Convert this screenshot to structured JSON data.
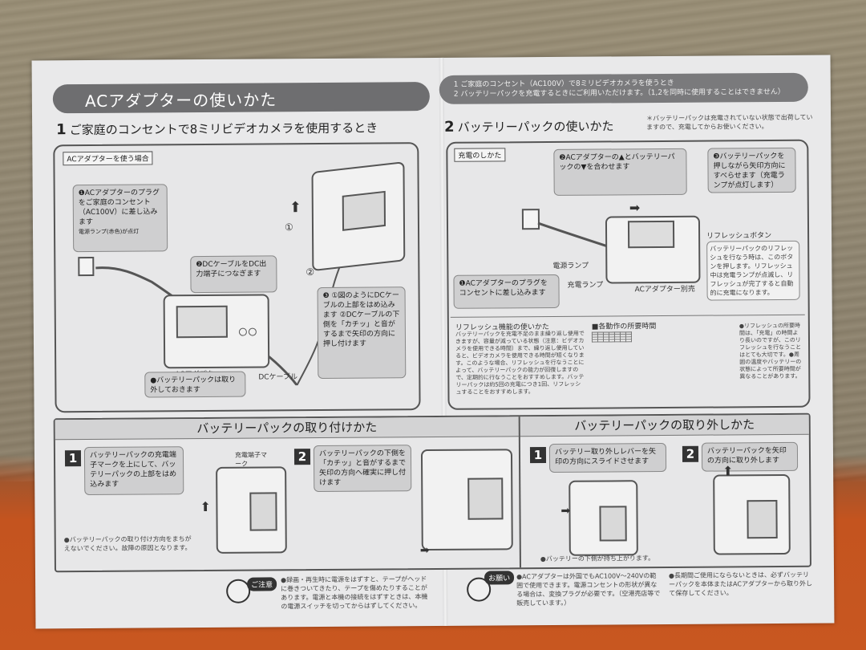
{
  "left": {
    "title": "ACアダプターの使いかた",
    "section1": {
      "num": "1",
      "heading": "ご家庭のコンセントで8ミリビデオカメラを使用するとき",
      "tag": "ACアダプターを使う場合",
      "callout1": "❶ACアダプターのプラグをご家庭のコンセント（AC100V）に差し込みます",
      "callout1_sub": "電源ランプ(赤色)が点灯",
      "callout2": "❷DCケーブルをDC出力端子につなぎます",
      "callout3": "❸ ①図のようにDCケーブルの上部をはめ込みます ②DCケーブルの下側を「カチッ」と音がするまで矢印の方向に押し付けます",
      "callout4": "●バッテリーパックは取り外しておきます",
      "label_adapter": "ACアダプター",
      "label_dc": "DCケーブル",
      "mark1": "①",
      "mark2": "②"
    }
  },
  "right": {
    "top_notes": "1 ご家庭のコンセント（AC100V）で8ミリビデオカメラを使うとき\n2 バッテリーパックを充電するときにご利用いただけます。（1,2を同時に使用することはできません）",
    "section2": {
      "num": "2",
      "heading": "バッテリーパックの使いかた",
      "note": "＊バッテリーパックは充電されていない状態で出荷していますので、充電してからお使いください。",
      "tag": "充電のしかた",
      "callout_a": "❷ACアダプターの▲とバッテリーパックの▼を合わせます",
      "callout_b": "❸バッテリーパックを押しながら矢印方向にすべらせます（充電ランプが点灯します）",
      "callout_c": "❶ACアダプターのプラグをコンセントに差し込みます",
      "label_power": "電源ランプ",
      "label_charge": "充電ランプ",
      "label_adapter": "ACアダプター別売",
      "refresh_title": "リフレッシュボタン",
      "refresh_text": "バッテリーパックのリフレッシュを行なう時は、このボタンを押します。リフレッシュ中は充電ランプが点滅し、リフレッシュが完了すると自動的に充電になります。",
      "refresh_func_title": "リフレッシュ機能の使いかた",
      "refresh_func_text": "バッテリーパックを充電不足のまま繰り返し使用できますが、容量が減っている状態（注意：ビデオカメラを使用できる時間）まで、繰り返し使用していると、ビデオカメラを使用できる時間が短くなります。このような場合、リフレッシュを行なうことによって、バッテリーパックの能力が回復しますので、定期的に行なうことをおすすめします。バッテリーパックは約5回の充電につき1回、リフレッシュすることをおすすめします。",
      "table_title": "■各動作の所要時間",
      "table": [
        [
          "",
          "",
          "",
          "",
          "",
          "",
          ""
        ],
        [
          "",
          "",
          "",
          "",
          "",
          "",
          ""
        ],
        [
          "",
          "",
          "",
          "",
          "",
          "",
          ""
        ],
        [
          "",
          "",
          "",
          "",
          "",
          "",
          ""
        ]
      ],
      "table_note": "●リフレッシュの所要時間は、「充電」の時間より長いのですが、このリフレッシュを行なうことはとても大切です。●周囲の温度やバッテリーの状態によって所要時間が異なることがあります。"
    }
  },
  "bottom": {
    "attach_title": "バッテリーパックの取り付けかた",
    "detach_title": "バッテリーパックの取り外しかた",
    "attach_step1_num": "1",
    "attach_step1": "バッテリーパックの充電端子マークを上にして、バッテリーパックの上部をはめ込みます",
    "attach_step1_label": "充電端子マーク",
    "attach_step2_num": "2",
    "attach_step2": "バッテリーパックの下側を「カチッ」と音がするまで矢印の方向へ確実に押し付けます",
    "attach_note": "●バッテリーパックの取り付け方向をまちがえないでください。故障の原因となります。",
    "detach_step1_num": "1",
    "detach_step1": "バッテリー取り外しレバーを矢印の方向にスライドさせます",
    "detach_step2_num": "2",
    "detach_step2": "バッテリーパックを矢印の方向に取り外します",
    "detach_note": "●バッテリーの下側が持ち上がります。",
    "caution_badge": "ご注意",
    "caution_text": "●録画・再生時に電源をはずすと、テープがヘッドに巻きついてきたり、テープを傷めたりすることがあります。電源と本機の接続をはずすときは、本機の電源スイッチを切ってからはずしてください。",
    "request_badge": "お願い",
    "request_text": "●ACアダプターは外国でもAC100V〜240Vの範囲で使用できます。電源コンセントの形状が異なる場合は、変換プラグが必要です。（空港売店等で販売しています。）",
    "request_text2": "●長期間ご使用にならないときは、必ずバッテリーパックを本体またはACアダプターから取り外して保存してください。"
  }
}
